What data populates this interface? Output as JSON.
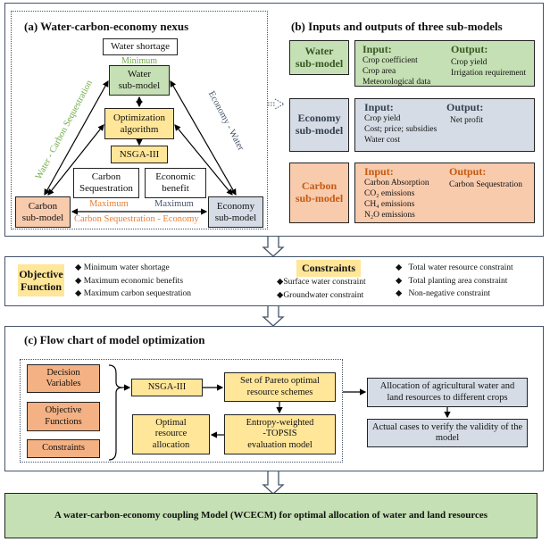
{
  "panel_a": {
    "title": "(a) Water-carbon-economy nexus",
    "water_shortage": "Water shortage",
    "minimum_label": "Minimum",
    "water_submodel": [
      "Water",
      "sub-model"
    ],
    "optimization": [
      "Optimization",
      "algorithm"
    ],
    "nsga": "NSGA-III",
    "carbon_seq_box": [
      "Carbon",
      "Sequestration"
    ],
    "economic_benefit_box": [
      "Economic",
      "benefit"
    ],
    "maximum_left": "Maximum",
    "maximum_right": "Maximum",
    "carbon_submodel": [
      "Carbon",
      "sub-model"
    ],
    "economy_submodel": [
      "Economy",
      "sub-model"
    ],
    "edge_left": "Water - Carbon Sequestration",
    "edge_right": "Economy - Water",
    "edge_bottom": "Carbon Sequestration - Economy",
    "colors": {
      "water": "#70ad47",
      "carbon": "#ed7d31",
      "economy": "#44546a"
    }
  },
  "panel_b": {
    "title": "(b) Inputs and outputs of  three sub-models",
    "input_label": "Input:",
    "output_label": "Output:",
    "submodels": [
      {
        "name": [
          "Water",
          "sub-model"
        ],
        "inputs": [
          "Crop coefficient",
          "Crop area",
          "Meteorological data"
        ],
        "outputs": [
          "Crop yield",
          "Irrigation requirement"
        ]
      },
      {
        "name": [
          "Economy",
          "sub-model"
        ],
        "inputs": [
          "Crop yield",
          "Cost; price; subsidies",
          "Water cost"
        ],
        "outputs": [
          "Net profit"
        ]
      },
      {
        "name": [
          "Carbon",
          "sub-model"
        ],
        "inputs": [
          "Carbon Absorption",
          "CO₂ emissions",
          "CH₄ emissions",
          "N₂O emissions"
        ],
        "outputs": [
          "Carbon Sequestration"
        ]
      }
    ]
  },
  "objective": {
    "label": [
      "Objective",
      "Function"
    ],
    "items": [
      "Minimum water shortage",
      "Maximum economic benefits",
      "Maximum carbon sequestration"
    ],
    "constraints_label": "Constraints",
    "constraints_left": [
      "Surface water constraint",
      "Groundwater constraint"
    ],
    "constraints_right": [
      "Total water resource constraint",
      "Total planting area constraint",
      "Non-negative constraint"
    ],
    "bullet": "◆"
  },
  "panel_c": {
    "title": "(c) Flow chart of model optimization",
    "inputs": [
      [
        "Decision",
        "Variables"
      ],
      [
        "Objective",
        "Functions"
      ],
      [
        "Constraints"
      ]
    ],
    "nsga": "NSGA-III",
    "pareto": [
      "Set of Pareto optimal",
      "resource schemes"
    ],
    "topsis": [
      "Entropy-weighted",
      "-TOPSIS",
      "evaluation model"
    ],
    "optimal": [
      "Optimal",
      "resource",
      "allocation"
    ],
    "allocation": [
      "Allocation of agricultural water and",
      "land resources to different crops"
    ],
    "validation": [
      "Actual cases to verify the validity of the",
      "model"
    ]
  },
  "final": {
    "text": "A water-carbon-economy coupling Model (WCECM) for optimal allocation of water and land resources"
  }
}
